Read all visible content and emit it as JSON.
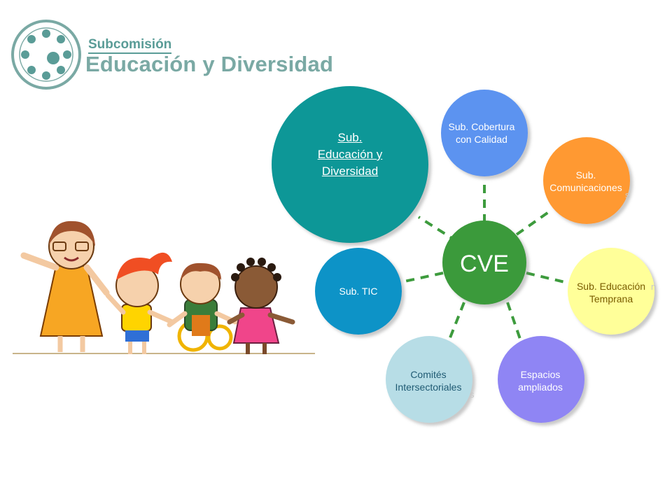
{
  "header": {
    "kicker": "Subcomisión",
    "title": "Educación y Diversidad"
  },
  "diagram": {
    "center": {
      "label": "CVE",
      "color": "#3a9a3a"
    },
    "nodes": [
      {
        "id": "edu",
        "lines": [
          "Sub.",
          "Educación y",
          "Diversidad"
        ],
        "color": "#0b9797"
      },
      {
        "id": "cobertura",
        "lines": [
          "Sub. Cobertura",
          "con Calidad"
        ],
        "color": "#5b93f0"
      },
      {
        "id": "comunic",
        "lines": [
          "Sub.",
          "Comunicaciones"
        ],
        "color": "#ff9933"
      },
      {
        "id": "temprana",
        "lines": [
          "Sub. Educación",
          "Temprana"
        ],
        "color": "#ffff99"
      },
      {
        "id": "espacios",
        "lines": [
          "Espacios",
          "ampliados"
        ],
        "color": "#8f85f4"
      },
      {
        "id": "comites",
        "lines": [
          "Comités",
          "Intersectoriales"
        ],
        "color": "#b7dde6"
      },
      {
        "id": "tic",
        "lines": [
          "Sub. TIC"
        ],
        "color": "#0a93c7"
      }
    ],
    "connector_color": "#3d9b3d"
  }
}
